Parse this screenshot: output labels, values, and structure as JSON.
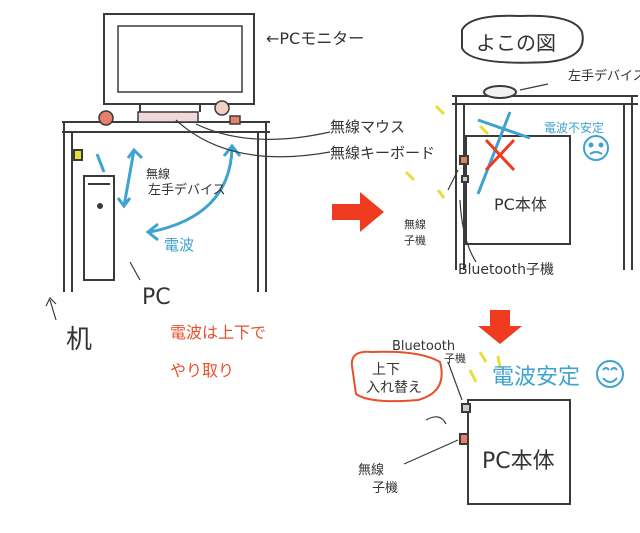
{
  "labels": {
    "monitor": "←PCモニター",
    "side_view": "よこの図",
    "wireless_mouse": "無線マウス",
    "wireless_keyboard": "無線キーボード",
    "wireless_top": "無線",
    "left_hand_device": "左手デバイス",
    "radio_wave": "電波",
    "pc": "PC",
    "desk": "机",
    "up_down_1": "電波は上下で",
    "up_down_2": "やり取り",
    "left_hand_device_right": "左手デバイス",
    "unstable": "電波不安定",
    "pc_body_top": "PC本体",
    "wireless_child_top_1": "無線",
    "wireless_child_top_2": "子機",
    "bluetooth_child_top": "Bluetooth子機",
    "bluetooth_child_bottom_1": "Bluetooth",
    "bluetooth_child_bottom_2": "子機",
    "swap_1": "上下",
    "swap_2": "入れ替え",
    "stable": "電波安定",
    "pc_body_bottom": "PC本体",
    "wireless_child_bottom_1": "無線",
    "wireless_child_bottom_2": "子機"
  },
  "colors": {
    "ink": "#3a3a3a",
    "wave_blue": "#3fa2d0",
    "arrow_red": "#ef3b1f",
    "note_red": "#e8502b",
    "spark_yellow": "#e6df3a",
    "pc_panel_gray": "#d9d9d9"
  }
}
